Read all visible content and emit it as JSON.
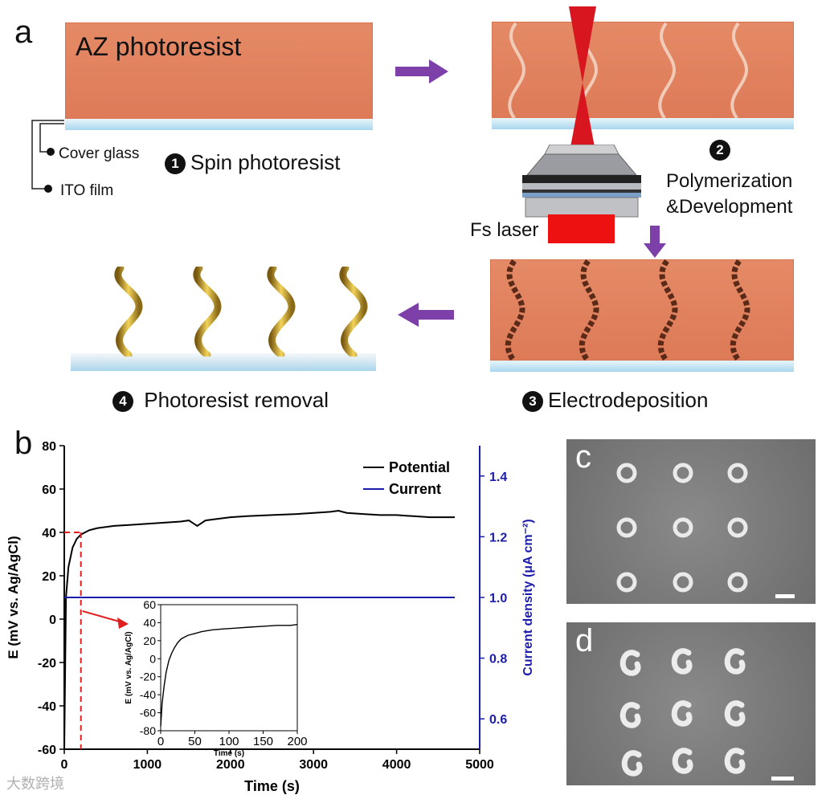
{
  "panel_a": {
    "letter": "a",
    "photoresist_title": "AZ photoresist",
    "cover_glass": "Cover glass",
    "ito_film": "ITO film",
    "step1_num": "1",
    "step1": "Spin photoresist",
    "step2_num": "2",
    "step2_line1": "Polymerization",
    "step2_line2": "&Development",
    "fs_laser": "Fs laser",
    "step3_num": "3",
    "step3": "Electrodeposition",
    "step4_num": "4",
    "step4": "Photoresist removal"
  },
  "panel_c": {
    "letter": "c"
  },
  "panel_d": {
    "letter": "d"
  },
  "watermark": "大数跨境",
  "chart_data": [
    {
      "panel": "b",
      "type": "line",
      "xlabel": "Time (s)",
      "ylabel": "E (mV vs. Ag/AgCl)",
      "y2label": "Current density (μA cm⁻²)",
      "xlim": [
        0,
        5000
      ],
      "ylim": [
        -60,
        80
      ],
      "y2lim": [
        0.5,
        1.5
      ],
      "xticks": [
        0,
        1000,
        2000,
        3000,
        4000,
        5000
      ],
      "yticks": [
        -60,
        -40,
        -20,
        0,
        20,
        40,
        60,
        80
      ],
      "y2ticks": [
        0.6,
        0.8,
        1.0,
        1.2,
        1.4
      ],
      "legend_position": "top-right",
      "series": [
        {
          "name": "Potential",
          "color": "#000000",
          "axis": "left",
          "x": [
            0,
            20,
            50,
            100,
            150,
            200,
            300,
            400,
            600,
            800,
            1000,
            1200,
            1400,
            1500,
            1600,
            1700,
            1800,
            2000,
            2200,
            2500,
            2800,
            3000,
            3200,
            3300,
            3400,
            3600,
            3800,
            4000,
            4200,
            4400,
            4600,
            4700
          ],
          "y": [
            -60,
            10,
            24,
            33,
            37,
            39,
            41,
            42,
            43,
            43.5,
            44,
            44.5,
            45,
            45.5,
            43,
            45.5,
            46,
            47,
            47.5,
            48,
            48.5,
            49,
            49.5,
            50,
            49,
            48.5,
            48,
            48,
            47.5,
            47,
            47,
            47
          ]
        },
        {
          "name": "Current",
          "color": "#1c1cab",
          "axis": "right",
          "x": [
            0,
            4700
          ],
          "y": [
            1.0,
            1.0
          ]
        }
      ],
      "annotations": {
        "guide_x": 200,
        "guide_y": 40,
        "guide_color": "#e02020"
      }
    },
    {
      "panel": "b-inset",
      "type": "line",
      "xlabel": "Time (s)",
      "ylabel": "E (mV vs. Ag/AgCl)",
      "xlim": [
        0,
        200
      ],
      "ylim": [
        -80,
        60
      ],
      "xticks": [
        0,
        50,
        100,
        150,
        200
      ],
      "yticks": [
        -80,
        -60,
        -40,
        -20,
        0,
        20,
        40,
        60
      ],
      "series": [
        {
          "color": "#000000",
          "x": [
            0,
            2,
            5,
            8,
            12,
            16,
            20,
            25,
            30,
            40,
            50,
            60,
            75,
            90,
            110,
            130,
            150,
            170,
            190,
            200
          ],
          "y": [
            -75,
            -50,
            -30,
            -15,
            -2,
            6,
            12,
            18,
            22,
            26,
            28,
            30,
            32,
            33,
            34,
            35,
            36,
            37,
            37,
            38
          ]
        }
      ]
    }
  ]
}
